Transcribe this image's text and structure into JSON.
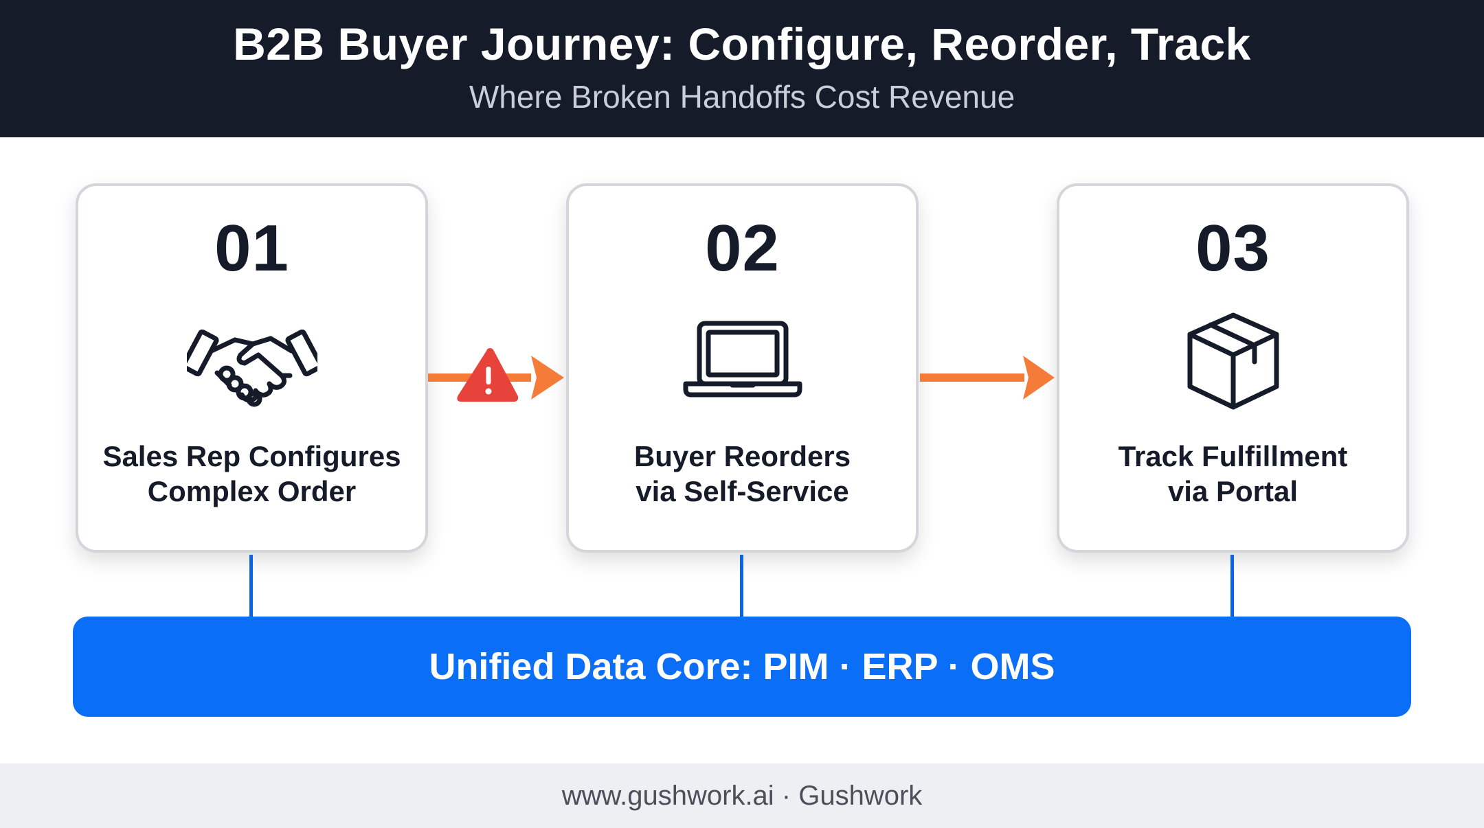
{
  "header": {
    "title": "B2B Buyer Journey: Configure, Reorder, Track",
    "subtitle": "Where Broken Handoffs Cost Revenue"
  },
  "steps": [
    {
      "number": "01",
      "icon": "handshake-icon",
      "label_line1": "Sales Rep Configures",
      "label_line2": "Complex Order"
    },
    {
      "number": "02",
      "icon": "laptop-icon",
      "label_line1": "Buyer Reorders",
      "label_line2": "via Self-Service"
    },
    {
      "number": "03",
      "icon": "package-box-icon",
      "label_line1": "Track Fulfillment",
      "label_line2": "via Portal"
    }
  ],
  "arrows": [
    {
      "from": "01",
      "to": "02",
      "icon": "warning-triangle-icon",
      "color": "#f47b38",
      "warning_color": "#e8433a"
    },
    {
      "from": "02",
      "to": "03",
      "color": "#f47b38"
    }
  ],
  "core": {
    "label": "Unified Data Core: PIM · ERP · OMS",
    "color": "#0b6ef7"
  },
  "footer": {
    "text": "www.gushwork.ai · Gushwork"
  }
}
